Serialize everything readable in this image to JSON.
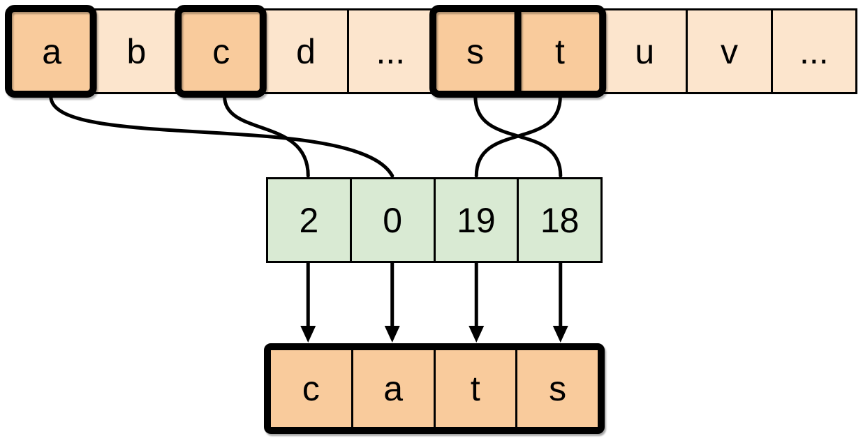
{
  "diagram_type": "character-to-index lookup (word embedding / indexing illustration)",
  "alphabet_row": {
    "cells": [
      {
        "label": "a",
        "highlighted": true
      },
      {
        "label": "b",
        "highlighted": false
      },
      {
        "label": "c",
        "highlighted": true
      },
      {
        "label": "d",
        "highlighted": false
      },
      {
        "label": "...",
        "highlighted": false
      },
      {
        "label": "s",
        "highlighted": true
      },
      {
        "label": "t",
        "highlighted": true
      },
      {
        "label": "u",
        "highlighted": false
      },
      {
        "label": "v",
        "highlighted": false
      },
      {
        "label": "...",
        "highlighted": false
      }
    ]
  },
  "index_row": {
    "cells": [
      {
        "label": "2"
      },
      {
        "label": "0"
      },
      {
        "label": "19"
      },
      {
        "label": "18"
      }
    ]
  },
  "output_row": {
    "cells": [
      {
        "label": "c"
      },
      {
        "label": "a"
      },
      {
        "label": "t"
      },
      {
        "label": "s"
      }
    ]
  },
  "connections": [
    {
      "from_letter": "a",
      "to_index_value": "0"
    },
    {
      "from_letter": "c",
      "to_index_value": "2"
    },
    {
      "from_letter": "s",
      "to_index_value": "18"
    },
    {
      "from_letter": "t",
      "to_index_value": "19"
    }
  ],
  "colors": {
    "alphabet_cell_fill": "#fce5cd",
    "highlight_cell_fill": "#f9cb9c",
    "index_cell_fill": "#d9ead3",
    "output_cell_fill": "#f9cb9c",
    "line_color": "#000000",
    "background": "#ffffff"
  }
}
